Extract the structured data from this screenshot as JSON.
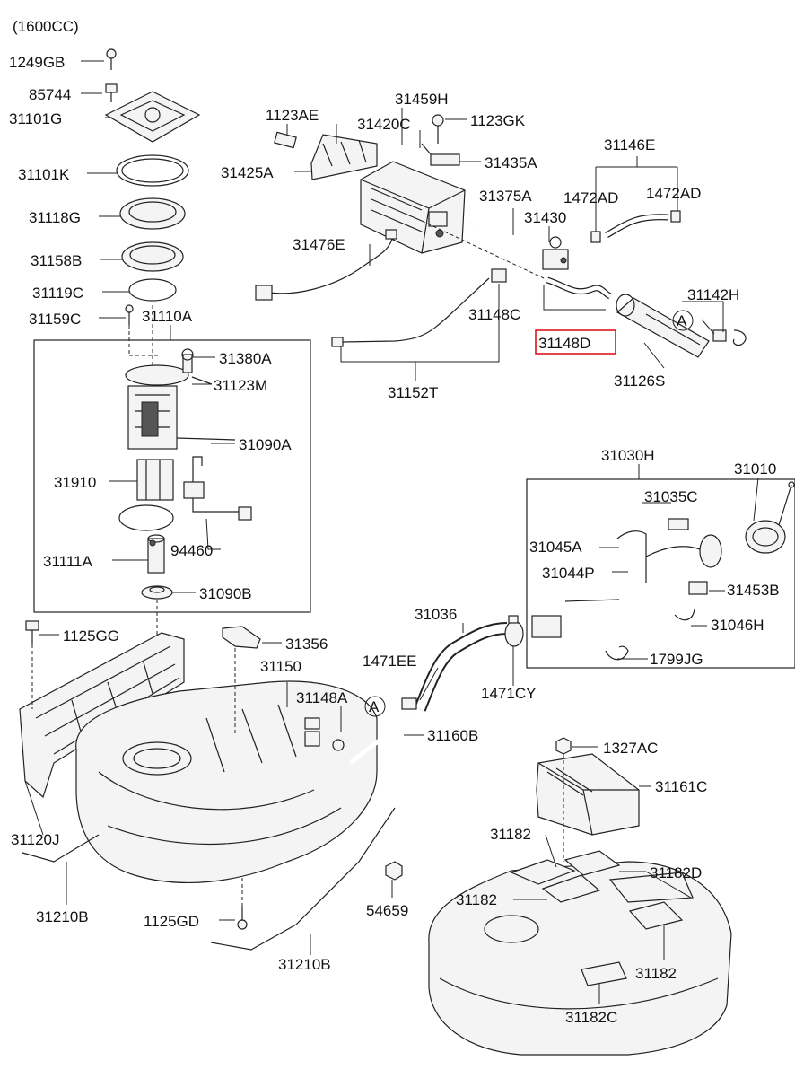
{
  "header": {
    "variant": "(1600CC)"
  },
  "labels": {
    "p1249GB": "1249GB",
    "p85744": "85744",
    "p31101G": "31101G",
    "p31101K": "31101K",
    "p31118G": "31118G",
    "p31158B": "31158B",
    "p31119C": "31119C",
    "p31159C": "31159C",
    "p31110A": "31110A",
    "p31380A": "31380A",
    "p31123M": "31123M",
    "p31090A": "31090A",
    "p31910": "31910",
    "p94460": "94460",
    "p31111A": "31111A",
    "p31090B": "31090B",
    "p1123AE": "1123AE",
    "p31420C": "31420C",
    "p31459H": "31459H",
    "p1123GK": "1123GK",
    "p31425A": "31425A",
    "p31435A": "31435A",
    "p31146E": "31146E",
    "p31375A": "31375A",
    "p31430": "31430",
    "p1472AD_a": "1472AD",
    "p1472AD_b": "1472AD",
    "p31476E": "31476E",
    "p31142H": "31142H",
    "p31148C": "31148C",
    "p31148D": "31148D",
    "p31126S": "31126S",
    "p31152T": "31152T",
    "p31030H": "31030H",
    "p31010": "31010",
    "p31035C": "31035C",
    "p31045A": "31045A",
    "p31044P": "31044P",
    "p31453B": "31453B",
    "p31046H": "31046H",
    "p1799JG": "1799JG",
    "p1125GG": "1125GG",
    "p31356": "31356",
    "p31036": "31036",
    "p31150": "31150",
    "p1471EE": "1471EE",
    "p31148A": "31148A",
    "p1471CY": "1471CY",
    "p31160B": "31160B",
    "p1327AC": "1327AC",
    "p31161C": "31161C",
    "p31120J": "31120J",
    "p31182_a": "31182",
    "p31182D": "31182D",
    "p31182_b": "31182",
    "p31210B_a": "31210B",
    "p1125GD": "1125GD",
    "p54659": "54659",
    "p31210B_b": "31210B",
    "p31182_c": "31182",
    "p31182C": "31182C"
  },
  "markers": {
    "a1": "A",
    "a2": "A"
  },
  "highlight": {
    "part": "31148D",
    "color": "#e0161b"
  }
}
